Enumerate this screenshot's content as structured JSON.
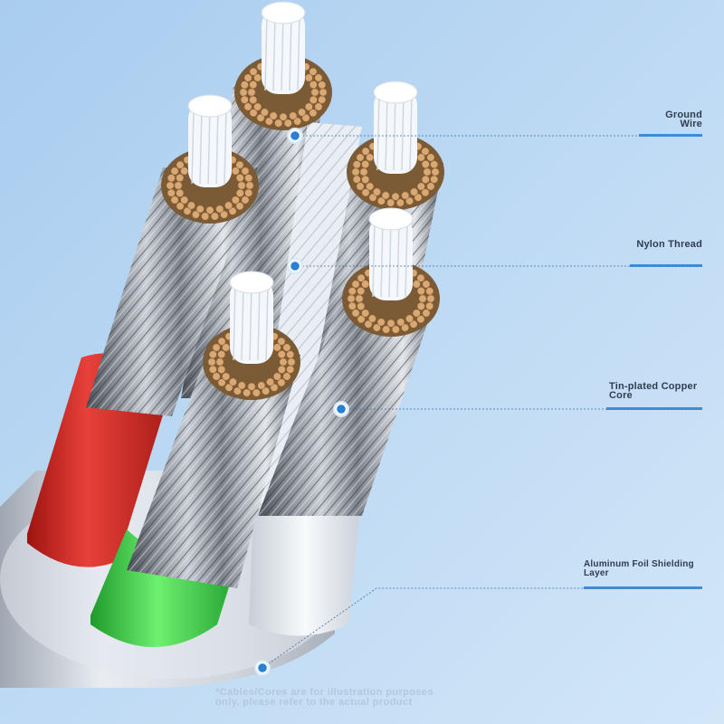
{
  "colors": {
    "background": "#bcd9f4",
    "accent_line": "#2a7fd4",
    "copper": "#d9a873",
    "strand_white": "#f4f7fb",
    "jacket_red": "#d8332b",
    "jacket_green": "#3dcc47",
    "jacket_white": "#e4eaf0",
    "shield": "#c8ced6"
  },
  "callouts": [
    {
      "label_lines": [
        "Ground",
        "Wire"
      ]
    },
    {
      "label_lines": [
        "Nylon Thread"
      ]
    },
    {
      "label_lines": [
        "Tin-plated Copper",
        "Core"
      ]
    },
    {
      "label_lines": [
        "Aluminum Foil Shielding",
        "Layer"
      ]
    }
  ],
  "disclaimer_lines": [
    "*Cables/Cores are for illustration purposes",
    "only, please refer to the actual product"
  ]
}
